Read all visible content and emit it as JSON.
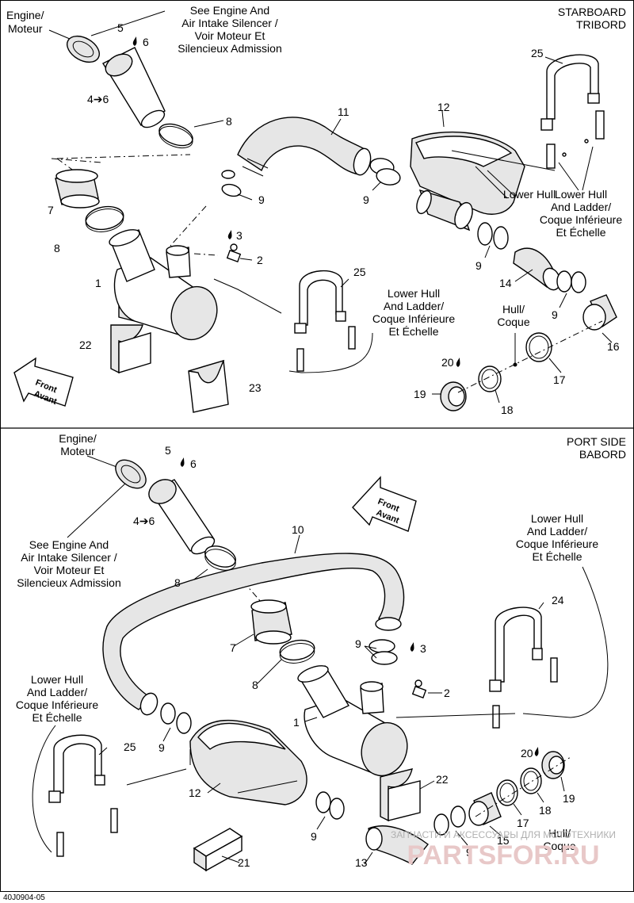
{
  "starboard": {
    "section_title": [
      "STARBOARD",
      "TRIBORD"
    ],
    "engine_label": [
      "Engine/",
      "Moteur"
    ],
    "see_engine_label": [
      "See Engine And",
      "Air Intake Silencer /",
      "Voir Moteur Et",
      "Silencieux Admission"
    ],
    "lower_hull_right": [
      "Lower Hull",
      "And Ladder/",
      "Coque Inférieure",
      "Et Échelle"
    ],
    "lower_hull_mid": [
      "Lower Hull",
      "And Ladder/",
      "Coque Inférieure",
      "Et Échelle"
    ],
    "hull_label": [
      "Hull/",
      "Coque"
    ],
    "front_label": [
      "Front",
      "Avant"
    ],
    "callouts": [
      "5",
      "6",
      "4➔6",
      "8",
      "7",
      "8",
      "11",
      "12",
      "25",
      "9",
      "9",
      "3",
      "2",
      "1",
      "25",
      "9",
      "14",
      "9",
      "22",
      "23",
      "16",
      "20",
      "17",
      "19",
      "18"
    ]
  },
  "port": {
    "section_title": [
      "PORT SIDE",
      "BABORD"
    ],
    "engine_label": [
      "Engine/",
      "Moteur"
    ],
    "see_engine_label": [
      "See Engine And",
      "Air Intake Silencer /",
      "Voir Moteur Et",
      "Silencieux Admission"
    ],
    "lower_hull_right": [
      "Lower Hull",
      "And Ladder/",
      "Coque Inférieure",
      "Et Échelle"
    ],
    "lower_hull_left": [
      "Lower Hull",
      "And Ladder/",
      "Coque Inférieure",
      "Et Échelle"
    ],
    "hull_label": [
      "Hull/",
      "Coque"
    ],
    "front_label": [
      "Front",
      "Avant"
    ],
    "callouts": [
      "5",
      "6",
      "4➔6",
      "10",
      "8",
      "24",
      "7",
      "9",
      "3",
      "2",
      "8",
      "1",
      "25",
      "9",
      "12",
      "22",
      "20",
      "19",
      "18",
      "17",
      "15",
      "9",
      "9",
      "13",
      "21"
    ]
  },
  "watermark": {
    "line1": "ЗАПЧАСТИ И АКСЕССУАРЫ ДЛЯ МОТОТЕХНИКИ",
    "line2": "PARTSFOR.RU"
  },
  "figure_code": "40J0904-05"
}
